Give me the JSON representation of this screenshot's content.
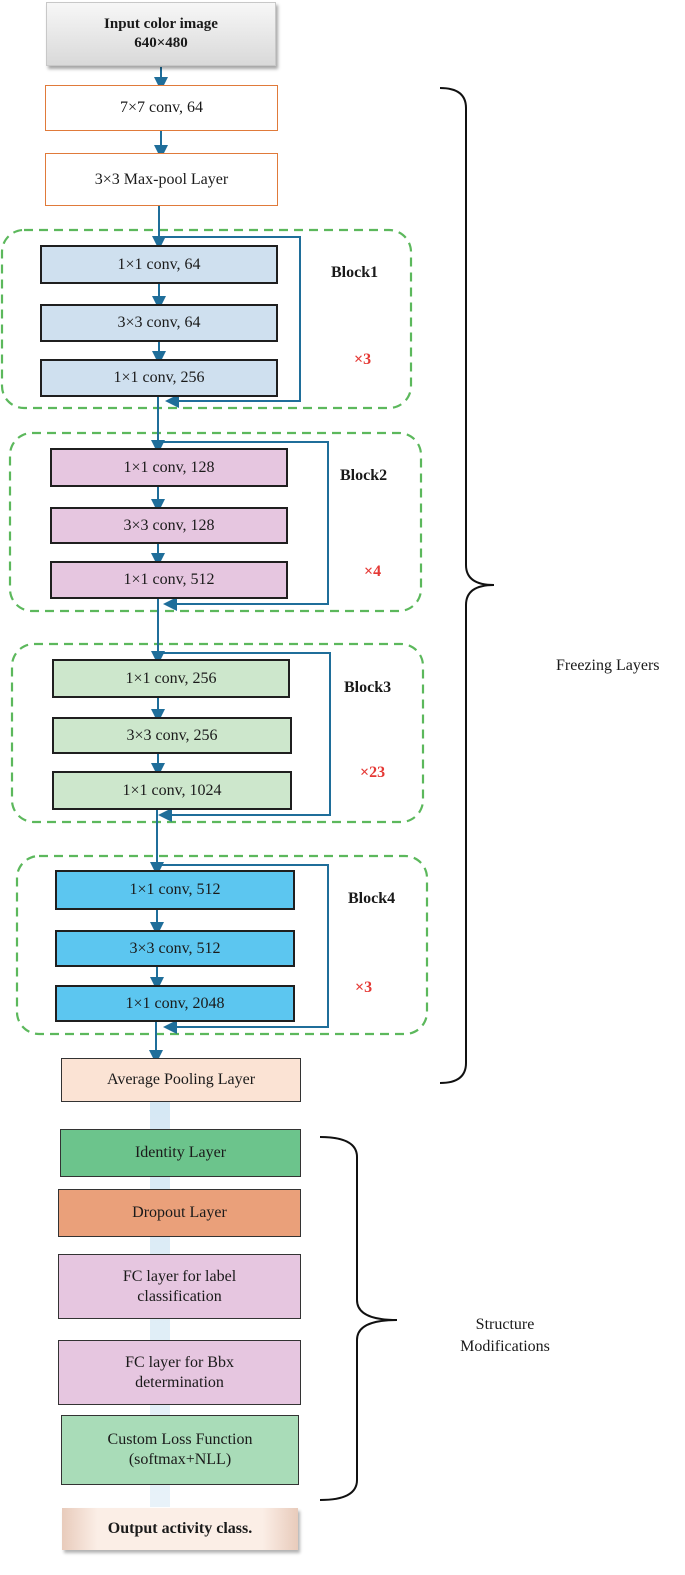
{
  "input": {
    "line1": "Input color image",
    "line2": "640×480"
  },
  "stem": [
    {
      "label": "7×7 conv, 64"
    },
    {
      "label": "3×3 Max-pool Layer"
    }
  ],
  "blocks": [
    {
      "name": "Block1",
      "repeat": "×3",
      "layers": [
        "1×1 conv, 64",
        "3×3 conv, 64",
        "1×1 conv, 256"
      ]
    },
    {
      "name": "Block2",
      "repeat": "×4",
      "layers": [
        "1×1 conv, 128",
        "3×3 conv, 128",
        "1×1 conv, 512"
      ]
    },
    {
      "name": "Block3",
      "repeat": "×23",
      "layers": [
        "1×1 conv, 256",
        "3×3 conv, 256",
        "1×1 conv, 1024"
      ]
    },
    {
      "name": "Block4",
      "repeat": "×3",
      "layers": [
        "1×1 conv, 512",
        "3×3 conv, 512",
        "1×1 conv, 2048"
      ]
    }
  ],
  "pooling": "Average Pooling Layer",
  "head": {
    "identity": "Identity Layer",
    "dropout": "Dropout Layer",
    "fc_label": {
      "line1": "FC layer for label",
      "line2": "classification"
    },
    "fc_bbx": {
      "line1": "FC layer for Bbx",
      "line2": "determination"
    },
    "loss": {
      "line1": "Custom Loss Function",
      "line2": "(softmax+NLL)"
    }
  },
  "output": "Output activity class.",
  "annotations": {
    "freezing": "Freezing Layers",
    "structure": {
      "line1": "Structure",
      "line2": "Modifications"
    }
  },
  "colors": {
    "arrow": "#1f6e9a",
    "block_border": "#5cb85c",
    "repeat_text": "#e53935"
  }
}
